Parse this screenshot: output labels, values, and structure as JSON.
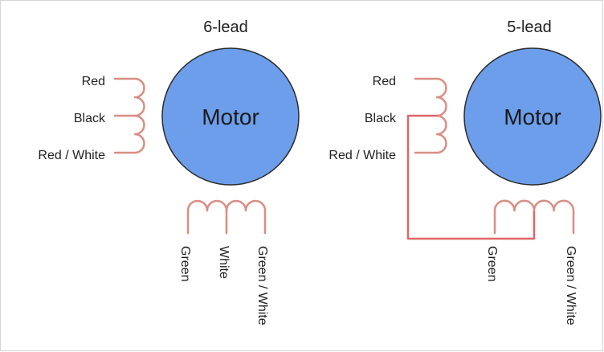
{
  "colors": {
    "motor_fill": "#6d9eeb",
    "coil": "#d98e83",
    "wire_5lead": "#e06666"
  },
  "diagrams": [
    {
      "title": "6-lead",
      "motor_label": "Motor",
      "left_leads": [
        "Red",
        "Black",
        "Red / White"
      ],
      "bottom_leads": [
        "Green",
        "White",
        "Green / White"
      ]
    },
    {
      "title": "5-lead",
      "motor_label": "Motor",
      "left_leads": [
        "Red",
        "Black",
        "Red / White"
      ],
      "bottom_leads": [
        "Green",
        "Green / White"
      ]
    }
  ]
}
